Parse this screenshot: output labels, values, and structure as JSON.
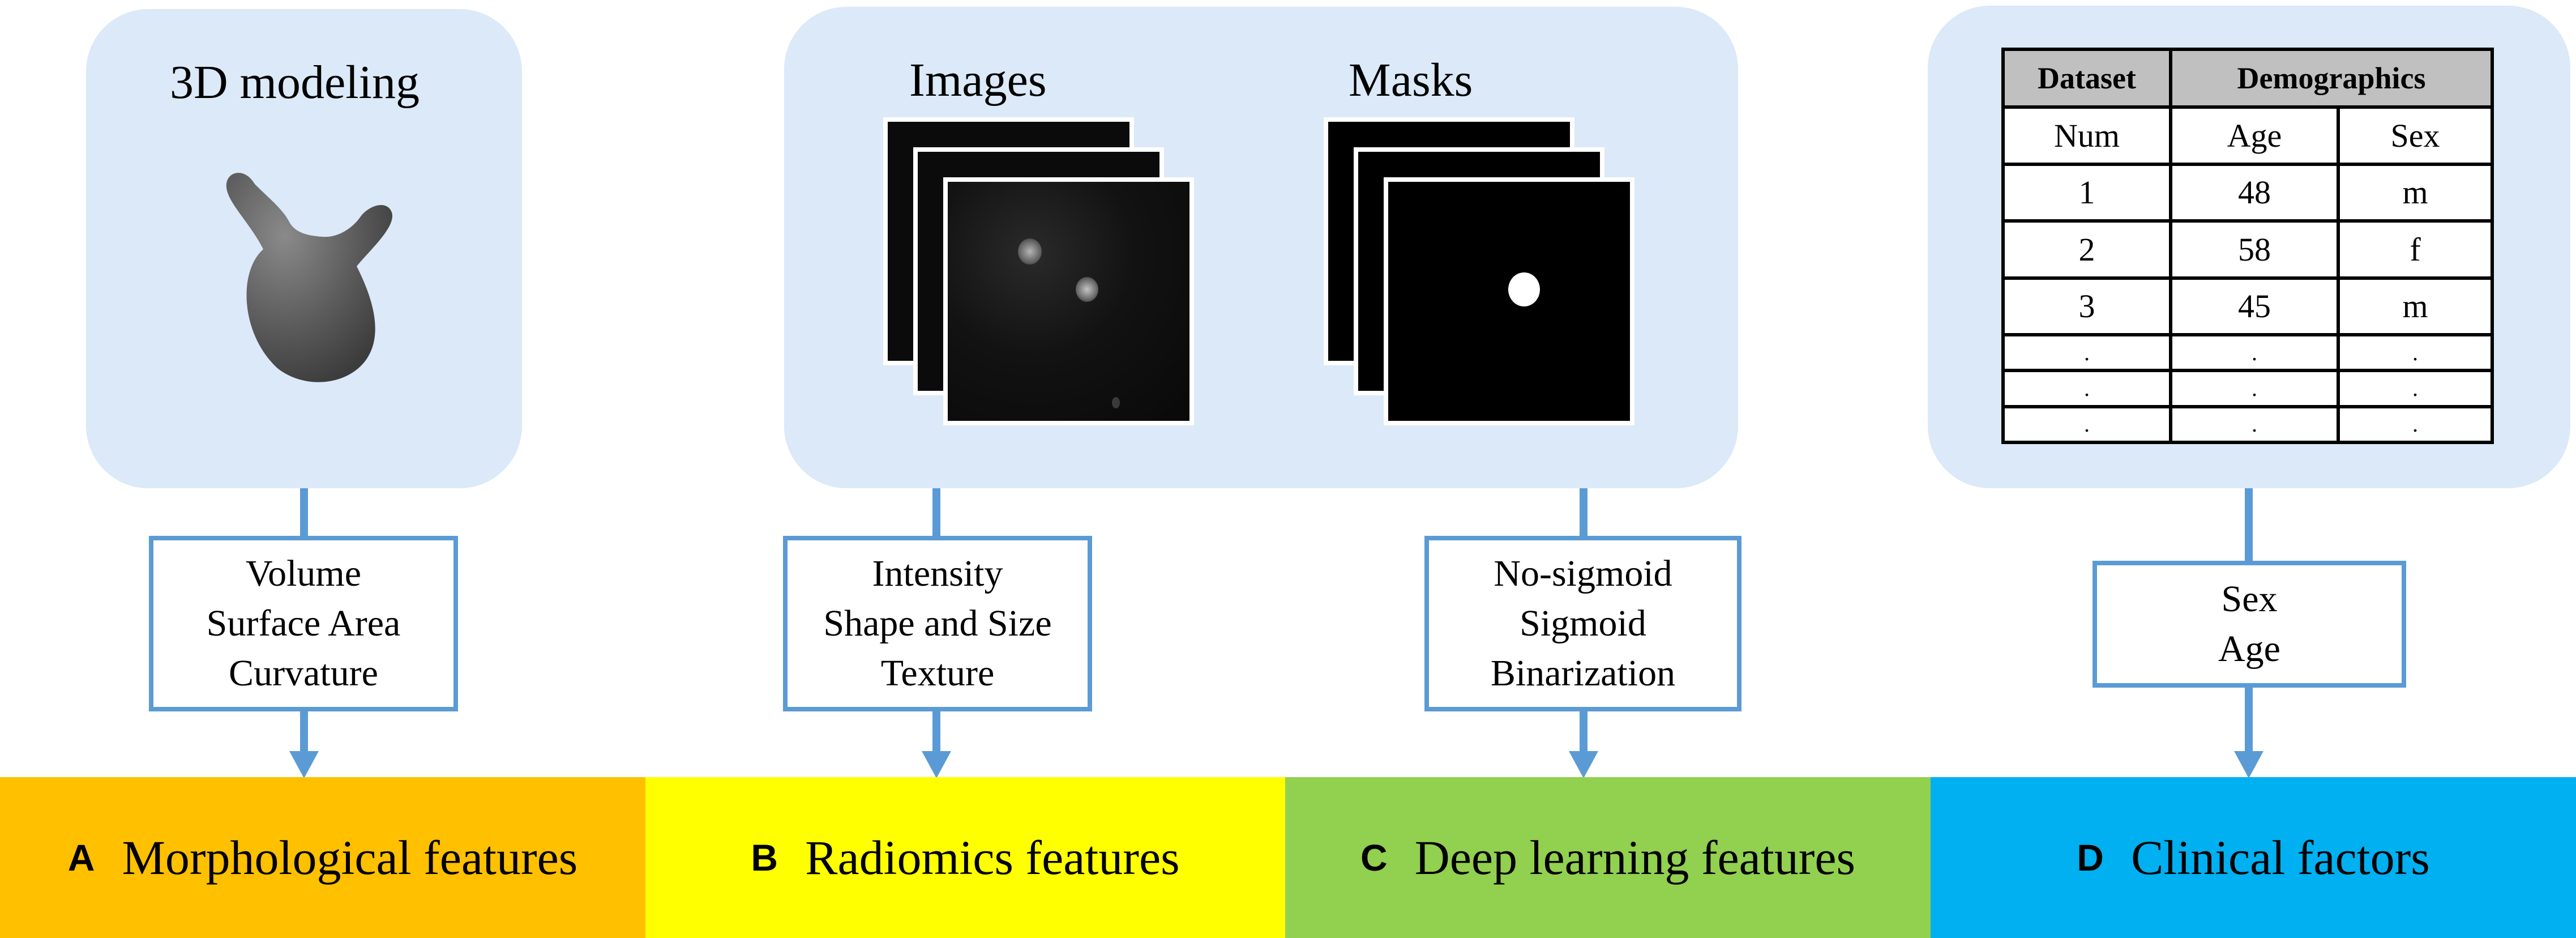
{
  "panels": {
    "morph": {
      "title": "3D modeling"
    },
    "radiomics": {
      "images_label": "Images",
      "masks_label": "Masks"
    },
    "clinical": {
      "table": {
        "group_headers": [
          "Dataset",
          "Demographics"
        ],
        "sub_headers": [
          "Num",
          "Age",
          "Sex"
        ],
        "rows": [
          [
            "1",
            "48",
            "m"
          ],
          [
            "2",
            "58",
            "f"
          ],
          [
            "3",
            "45",
            "m"
          ],
          [
            ".",
            ".",
            "."
          ],
          [
            ".",
            ".",
            "."
          ],
          [
            ".",
            ".",
            "."
          ]
        ]
      }
    }
  },
  "feature_boxes": {
    "a": [
      "Volume",
      "Surface Area",
      "Curvature"
    ],
    "b": [
      "Intensity",
      "Shape and Size",
      "Texture"
    ],
    "c": [
      "No-sigmoid",
      "Sigmoid",
      "Binarization"
    ],
    "d": [
      "Sex",
      "Age"
    ]
  },
  "bands": [
    {
      "letter": "A",
      "label": "Morphological features",
      "color": "#ffc000"
    },
    {
      "letter": "B",
      "label": "Radiomics features",
      "color": "#ffff00"
    },
    {
      "letter": "C",
      "label": "Deep learning features",
      "color": "#92d050"
    },
    {
      "letter": "D",
      "label": "Clinical factors",
      "color": "#00b0f0"
    }
  ],
  "colors": {
    "panel_bg": "#dbe9f8",
    "connector": "#5b9bd5"
  },
  "icons": {
    "model": "3d-vessel-model",
    "image_stack": "ct-slice-stack",
    "mask_stack": "binary-mask-stack"
  }
}
